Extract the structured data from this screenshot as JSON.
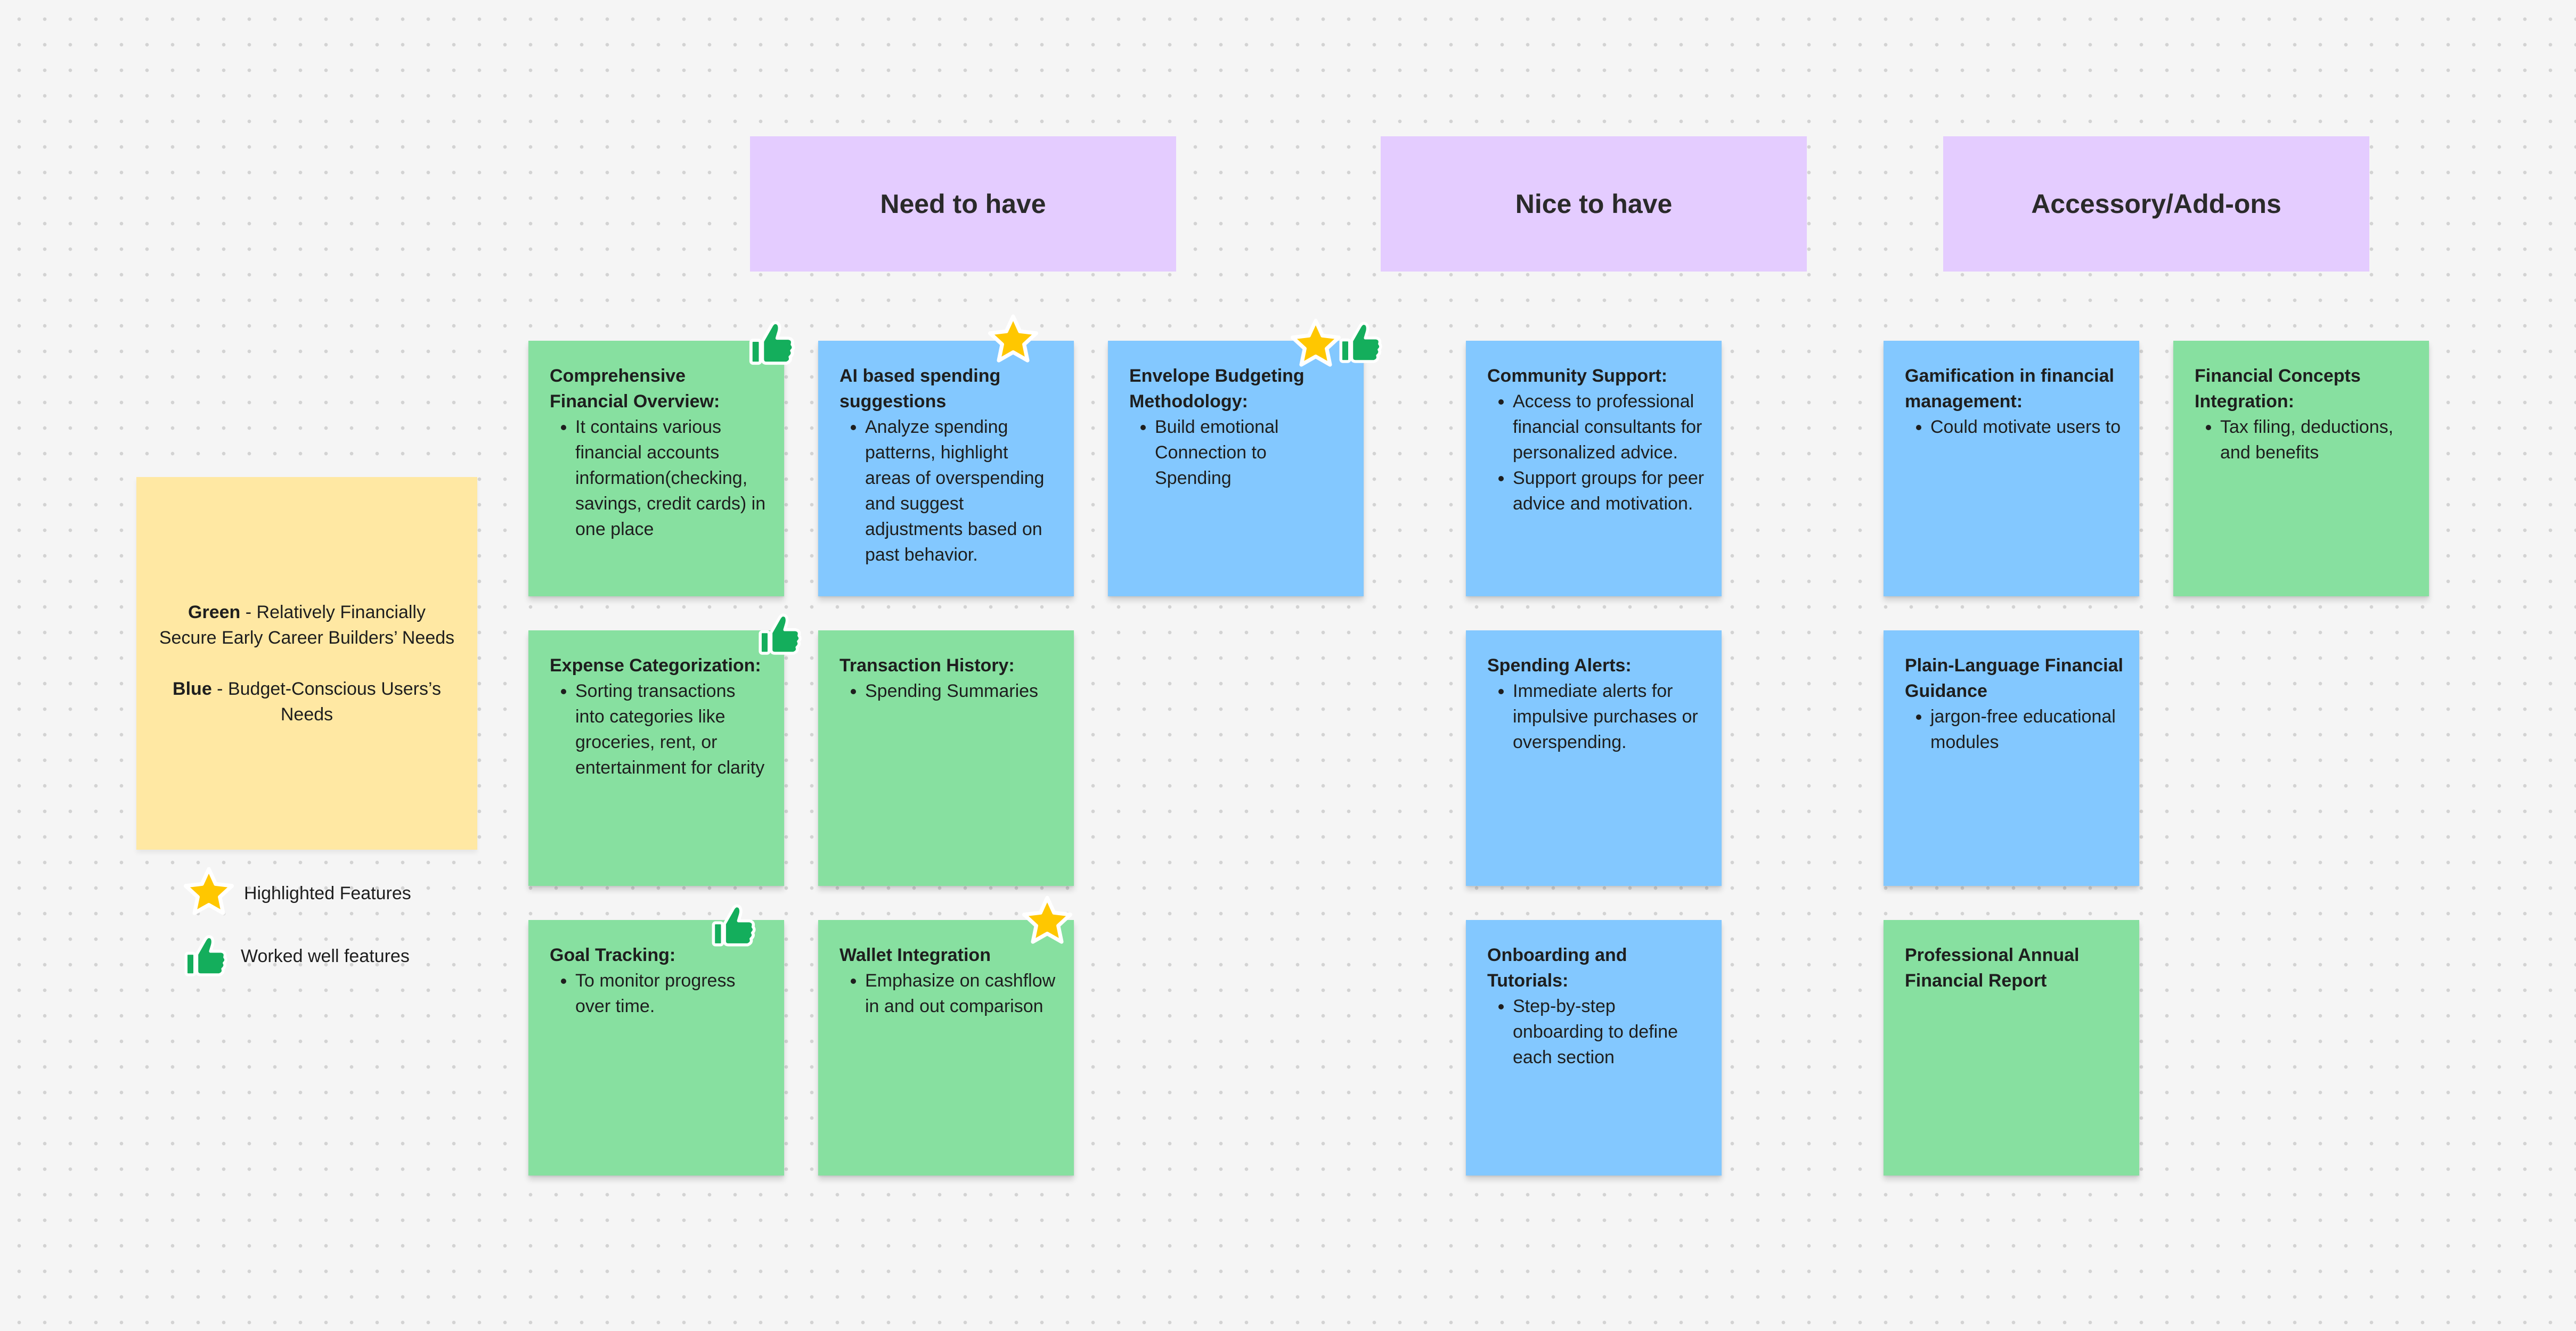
{
  "columns": [
    {
      "label": "Need to have"
    },
    {
      "label": "Nice to have"
    },
    {
      "label": "Accessory/Add-ons"
    }
  ],
  "legend": {
    "green_key": "Green",
    "green_text": " - Relatively Financially Secure Early Career Builders’ Needs",
    "blue_key": "Blue",
    "blue_text": " - Budget-Conscious Users’s Needs",
    "highlighted_label": "Highlighted Features",
    "worked_well_label": "Worked well features"
  },
  "notes": {
    "overview": {
      "title": "Comprehensive Financial Overview:",
      "bullets": [
        "It contains various financial accounts information(checking, savings, credit cards) in one place"
      ]
    },
    "ai_suggestions": {
      "title": "AI based spending suggestions",
      "bullets": [
        "Analyze spending patterns, highlight areas of overspending and suggest adjustments based on past behavior."
      ]
    },
    "envelope": {
      "title": "Envelope Budgeting Methodology:",
      "bullets": [
        "Build emotional Connection to Spending"
      ]
    },
    "categorization": {
      "title": "Expense Categorization:",
      "bullets": [
        "Sorting transactions into categories like groceries, rent, or entertainment for clarity"
      ]
    },
    "transactions": {
      "title": "Transaction History:",
      "bullets": [
        "Spending Summaries"
      ]
    },
    "goals": {
      "title": "Goal Tracking:",
      "bullets": [
        "To monitor progress over time."
      ]
    },
    "wallet": {
      "title": "Wallet Integration",
      "bullets": [
        "Emphasize on cashflow in and out comparison"
      ]
    },
    "community": {
      "title": "Community Support:",
      "bullets": [
        "Access to professional financial consultants for personalized advice.",
        "Support groups for peer advice and motivation."
      ]
    },
    "alerts": {
      "title": "Spending Alerts:",
      "bullets": [
        "Immediate alerts for impulsive purchases or overspending."
      ]
    },
    "onboarding": {
      "title": "Onboarding and Tutorials:",
      "bullets": [
        "Step-by-step onboarding to define each section"
      ]
    },
    "gamification": {
      "title": "Gamification in financial management:",
      "bullets": [
        "Could motivate users to"
      ]
    },
    "concepts": {
      "title": "Financial Concepts Integration:",
      "bullets": [
        "Tax filing, deductions, and benefits"
      ]
    },
    "plain_language": {
      "title": "Plain-Language Financial Guidance",
      "bullets": [
        "jargon-free educational modules"
      ]
    },
    "annual_report": {
      "title": "Professional Annual Financial Report"
    }
  },
  "colors": {
    "green_note": "#87e0a0",
    "blue_note": "#83c8ff",
    "header": "#e4ccff",
    "legend_note": "#ffe8a3",
    "star": "#ffc700",
    "thumb": "#14ae5c"
  },
  "icons": {
    "star": "star-icon",
    "thumb": "thumbs-up-icon"
  }
}
